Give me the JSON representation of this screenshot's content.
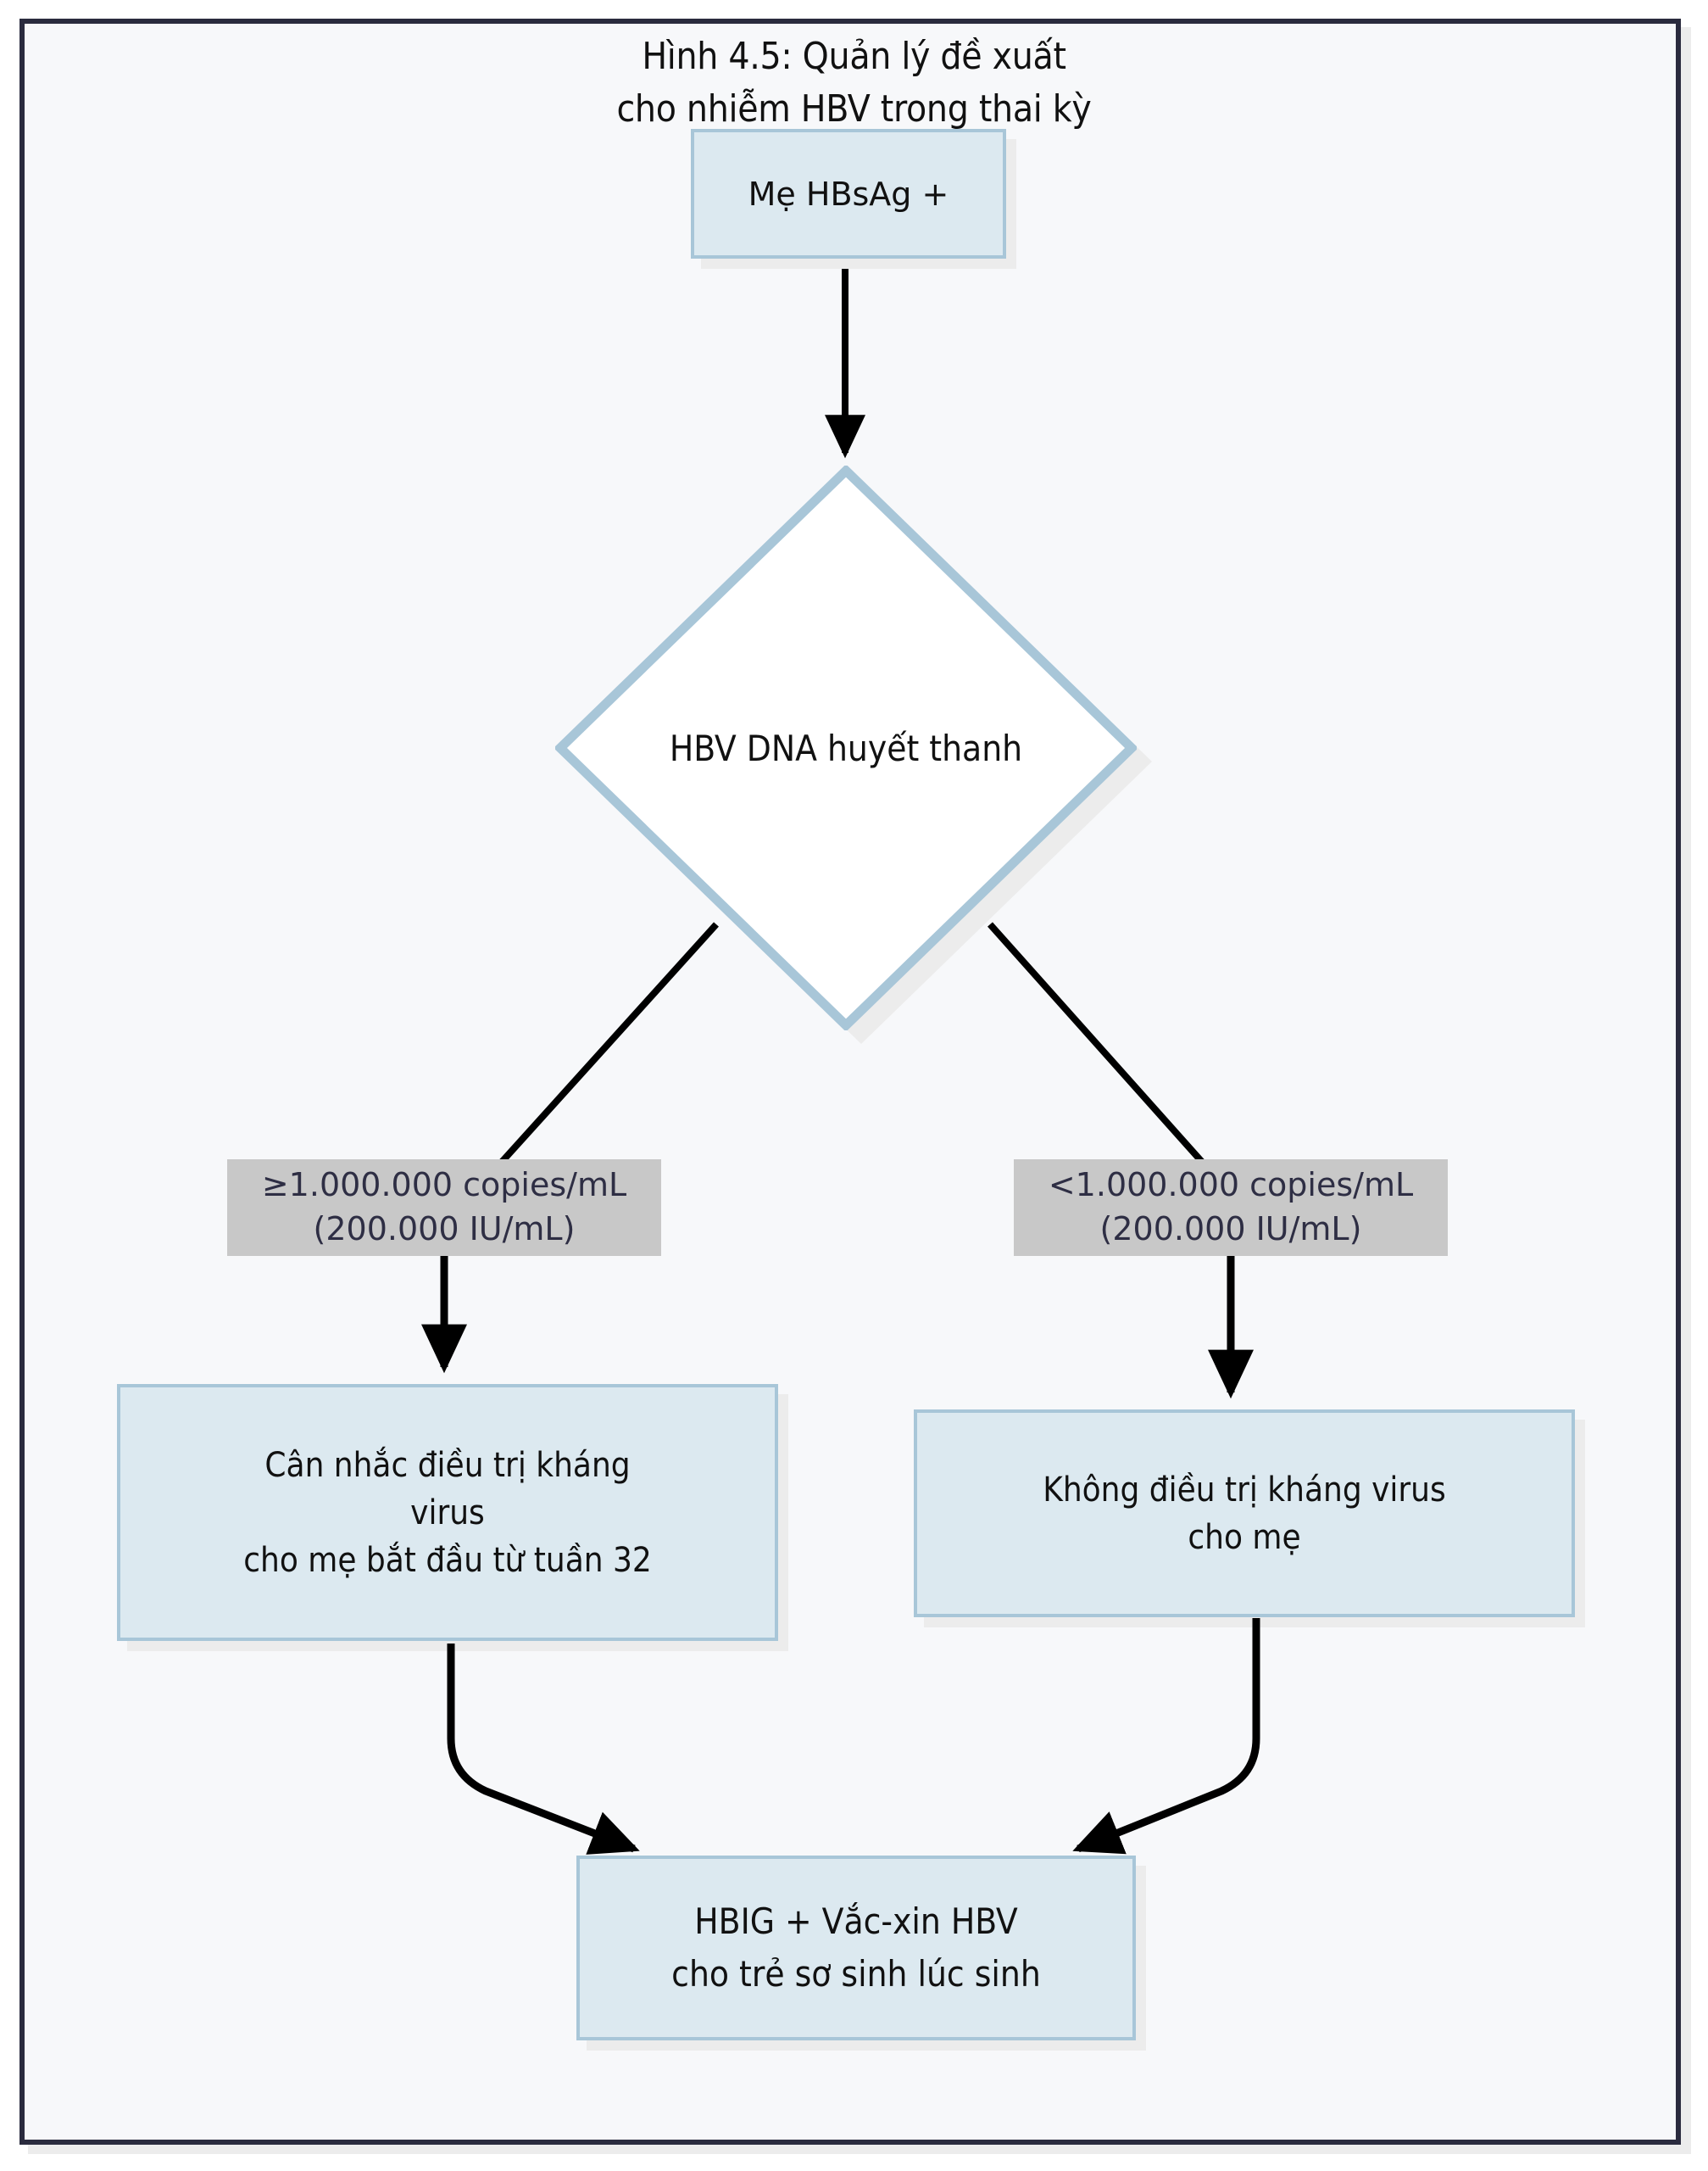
{
  "figure": {
    "title_lines": [
      "Hình 4.5: Quản lý đề xuất",
      "cho nhiễm HBV trong thai kỳ"
    ],
    "frame_border_color": "#2a2b3e",
    "canvas_background": "#f7f8fa"
  },
  "palette": {
    "node_fill": "#dce9f0",
    "node_border": "#a8c6d8",
    "node_shadow": "#ececec",
    "label_background": "#c8c8c8",
    "label_text": "#2e2e44",
    "connector": "#000000",
    "text": "#111111"
  },
  "nodes": {
    "start": {
      "id": "me-hbsag-positive",
      "shape": "process",
      "lines": [
        "Mẹ HBsAg +"
      ]
    },
    "decision": {
      "id": "hbv-dna-serum",
      "shape": "decision",
      "label": "HBV DNA huyết thanh"
    },
    "treat_left": {
      "id": "consider-antiviral",
      "shape": "process",
      "lines": [
        "Cân nhắc điều trị kháng",
        "virus",
        "cho mẹ bắt đầu từ tuần 32"
      ]
    },
    "treat_right": {
      "id": "no-antiviral",
      "shape": "process",
      "lines": [
        "Không điều trị kháng virus",
        "cho mẹ"
      ]
    },
    "outcome": {
      "id": "hbig-plus-vaccine",
      "shape": "process",
      "lines": [
        "HBIG + Vắc-xin HBV",
        "cho trẻ sơ sinh lúc sinh"
      ]
    }
  },
  "edge_labels": {
    "high_viral_load": {
      "lines": [
        "≥1.000.000 copies/mL",
        "(200.000 IU/mL)"
      ],
      "threshold_copies_per_ml": 1000000,
      "threshold_iu_per_ml": 200000,
      "operator": "≥"
    },
    "low_viral_load": {
      "lines": [
        "<1.000.000 copies/mL",
        "(200.000 IU/mL)"
      ],
      "threshold_copies_per_ml": 1000000,
      "threshold_iu_per_ml": 200000,
      "operator": "<"
    }
  },
  "edges": [
    {
      "from": "me-hbsag-positive",
      "to": "hbv-dna-serum",
      "label": ""
    },
    {
      "from": "hbv-dna-serum",
      "to": "high-viral-load-label",
      "label": "≥1.000.000 copies/mL (200.000 IU/mL)"
    },
    {
      "from": "hbv-dna-serum",
      "to": "low-viral-load-label",
      "label": "<1.000.000 copies/mL (200.000 IU/mL)"
    },
    {
      "from": "high-viral-load-label",
      "to": "consider-antiviral",
      "label": ""
    },
    {
      "from": "low-viral-load-label",
      "to": "no-antiviral",
      "label": ""
    },
    {
      "from": "consider-antiviral",
      "to": "hbig-plus-vaccine",
      "label": ""
    },
    {
      "from": "no-antiviral",
      "to": "hbig-plus-vaccine",
      "label": ""
    }
  ]
}
